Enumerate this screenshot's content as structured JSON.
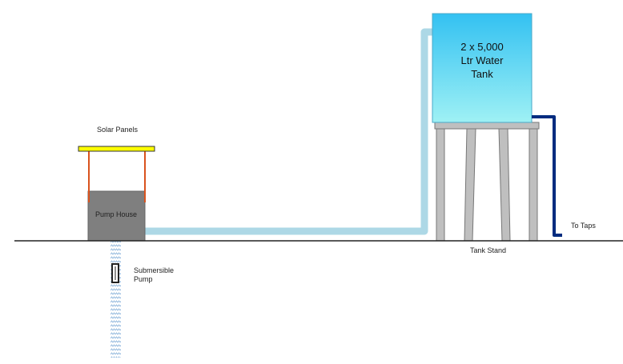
{
  "labels": {
    "solar_panels": "Solar Panels",
    "pump_house": "Pump House",
    "submersible_pump": [
      "Submersible",
      "Pump"
    ],
    "water_tank": [
      "2 x 5,000",
      "Ltr Water",
      "Tank"
    ],
    "tank_stand": "Tank Stand",
    "to_taps": "To Taps"
  },
  "colors": {
    "ground": "#222222",
    "solar_panel": "#ffff00",
    "solar_panel_supports": "#d9531e",
    "pump_house": "#7f7f7f",
    "water_pipe": "#add8e6",
    "water_tank_top": "#33c1f2",
    "water_tank_bottom": "#9ff1f4",
    "tank_stand": "#bfbfbf",
    "tap_pipe": "#002b7f"
  }
}
